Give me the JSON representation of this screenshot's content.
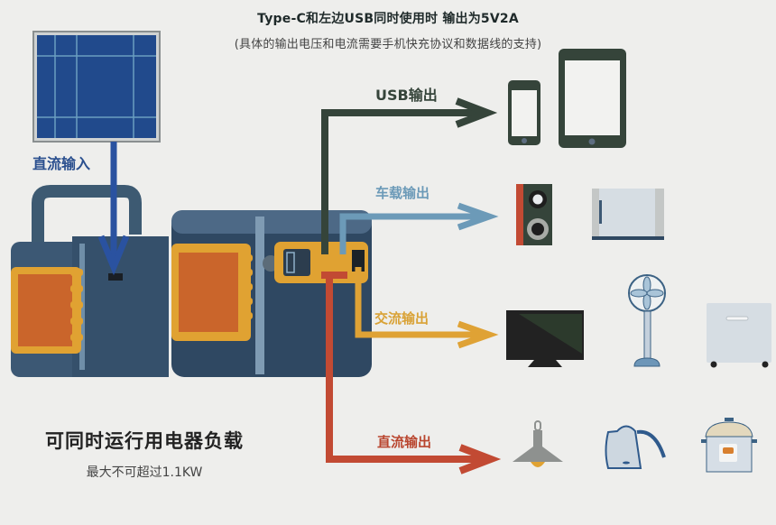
{
  "header": {
    "title": "Type-C和左边USB同时使用时 输出为5V2A",
    "subtitle": "(具体的输出电压和电流需要手机快充协议和数据线的支持)"
  },
  "input": {
    "label": "直流输入",
    "source_icon": "solar-panel-icon",
    "color": "#2a52a0"
  },
  "outputs": [
    {
      "label": "USB输出",
      "color": "#35443a",
      "devices": [
        "smartphone-icon",
        "tablet-icon"
      ]
    },
    {
      "label": "车载输出",
      "color": "#6c9ab8",
      "devices": [
        "speaker-icon",
        "mini-fridge-icon"
      ]
    },
    {
      "label": "交流输出",
      "color": "#dfa235",
      "devices": [
        "tv-icon",
        "standing-fan-icon",
        "chest-freezer-icon"
      ]
    },
    {
      "label": "直流输出",
      "color": "#c24a33",
      "devices": [
        "pendant-lamp-icon",
        "electric-kettle-icon",
        "rice-cooker-icon"
      ]
    }
  ],
  "products": [
    "power-station-handle-icon",
    "power-station-icon"
  ],
  "footer": {
    "load_title": "可同时运行用电器负载",
    "load_limit": "最大不可超过1.1KW"
  }
}
